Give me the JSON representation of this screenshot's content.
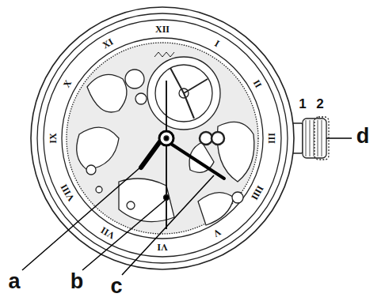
{
  "diagram": {
    "labels": [
      "XII",
      "I",
      "II",
      "III",
      "IIII",
      "V",
      "VI",
      "VII",
      "VIII",
      "IX",
      "X",
      "XI",
      "1",
      "2",
      "a",
      "b",
      "c",
      "d"
    ]
  }
}
